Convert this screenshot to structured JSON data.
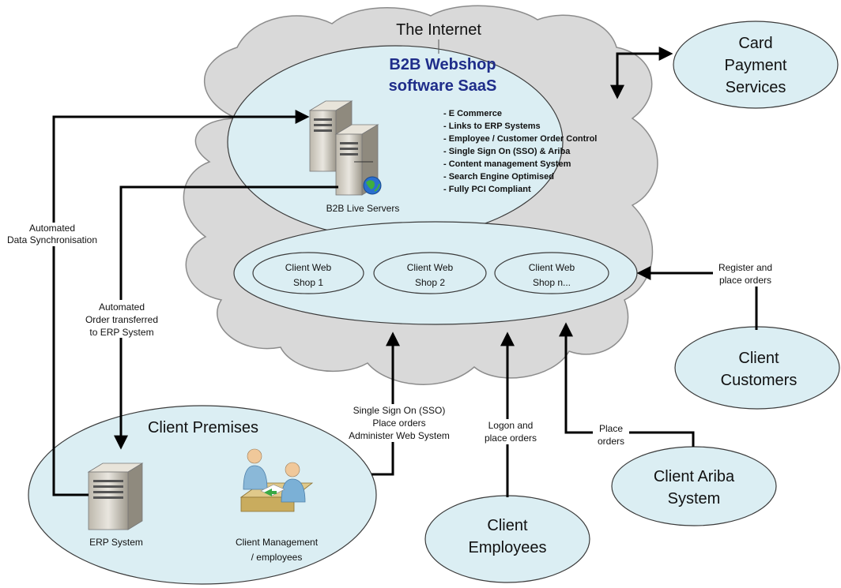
{
  "internet": {
    "label": "The Internet",
    "saas_title_line1": "B2B Webshop",
    "saas_title_line2": "software SaaS",
    "features": [
      "- E Commerce",
      "- Links to ERP Systems",
      "- Employee / Customer Order Control",
      "- Single Sign On (SSO) & Ariba",
      "- Content management System",
      "- Search Engine Optimised",
      "- Fully PCI Compliant"
    ],
    "servers_label": "B2B Live Servers",
    "webshops": [
      {
        "line1": "Client Web",
        "line2": "Shop 1"
      },
      {
        "line1": "Client Web",
        "line2": "Shop 2"
      },
      {
        "line1": "Client Web",
        "line2": "Shop n..."
      }
    ]
  },
  "nodes": {
    "card_payment": [
      "Card",
      "Payment",
      "Services"
    ],
    "client_customers": [
      "Client",
      "Customers"
    ],
    "client_ariba": [
      "Client Ariba",
      "System"
    ],
    "client_employees": [
      "Client",
      "Employees"
    ]
  },
  "premises": {
    "title": "Client Premises",
    "erp_label": "ERP System",
    "mgmt_line1": "Client Management",
    "mgmt_line2": "/ employees"
  },
  "connectors": {
    "data_sync": [
      "Automated",
      "Data Synchronisation"
    ],
    "order_transfer": [
      "Automated",
      "Order transferred",
      "to ERP System"
    ],
    "register": [
      "Register and",
      "place orders"
    ],
    "sso": [
      "Single Sign On (SSO)",
      "Place orders",
      "Administer Web System"
    ],
    "logon": [
      "Logon and",
      "place orders"
    ],
    "place": [
      "Place",
      "orders"
    ]
  },
  "colors": {
    "cloud_fill": "#d9d9d9",
    "cloud_stroke": "#8c8c8c",
    "ellipse_fill": "#dbeef3",
    "ellipse_stroke": "#3b3b3b",
    "title_color": "#1f2d8a",
    "arrow_color": "#000000"
  }
}
